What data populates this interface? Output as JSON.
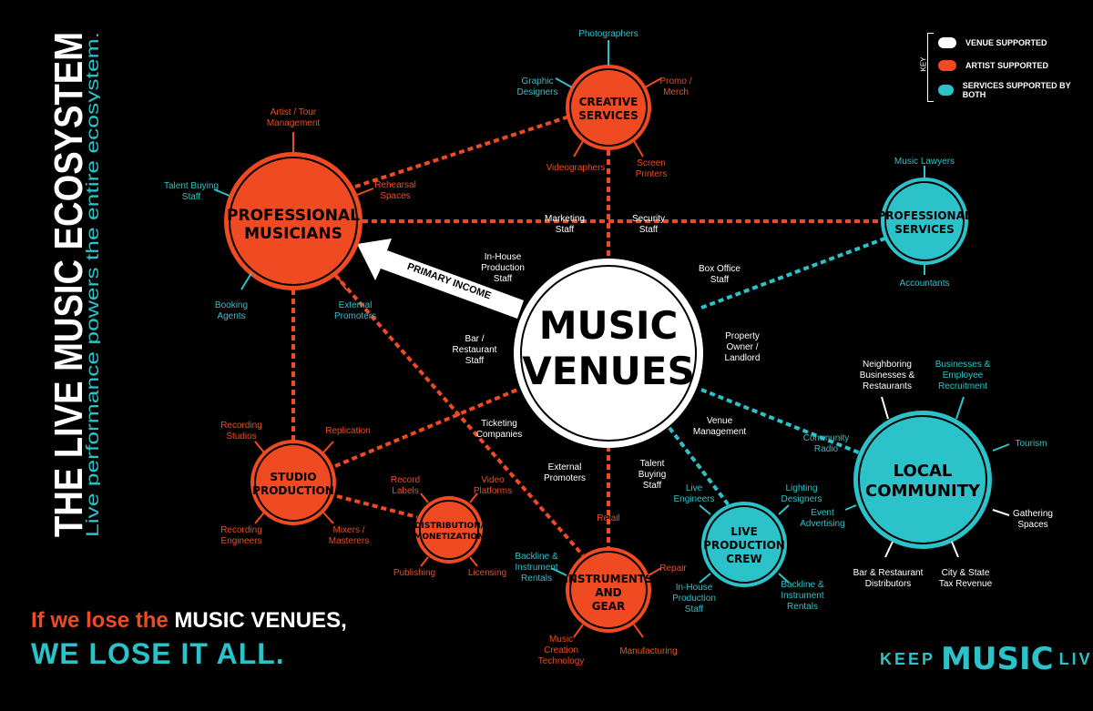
{
  "title": {
    "line1": "THE LIVE MUSIC ECOSYSTEM",
    "line2": "Live performance powers the entire ecosystem."
  },
  "legend": {
    "key_label": "KEY",
    "items": [
      {
        "label": "VENUE SUPPORTED",
        "color": "#ffffff"
      },
      {
        "label": "ARTIST SUPPORTED",
        "color": "#f04a22"
      },
      {
        "label": "SERVICES SUPPORTED BY BOTH",
        "color": "#2bc3c9"
      }
    ]
  },
  "colors": {
    "orange": "#f04a22",
    "teal": "#2bc3c9",
    "white": "#ffffff",
    "background": "#000000"
  },
  "nodes": {
    "music_venues": [
      "MUSIC",
      "VENUES"
    ],
    "professional_musicians": [
      "PROFESSIONAL",
      "MUSICIANS"
    ],
    "creative_services": [
      "CREATIVE",
      "SERVICES"
    ],
    "professional_services": [
      "PROFESSIONAL",
      "SERVICES"
    ],
    "studio_production": [
      "STUDIO",
      "PRODUCTION"
    ],
    "distribution": [
      "DISTRIBUTION/",
      "MONETIZATION"
    ],
    "instruments": [
      "INSTRUMENTS",
      "AND",
      "GEAR"
    ],
    "live_production_crew": [
      "LIVE",
      "PRODUCTION",
      "CREW"
    ],
    "local_community": [
      "LOCAL",
      "COMMUNITY"
    ]
  },
  "arrow_label": "PRIMARY INCOME",
  "labels": {
    "photographers": [
      "Photographers"
    ],
    "graphic_designers": [
      "Graphic",
      "Designers"
    ],
    "promo_merch": [
      "Promo /",
      "Merch"
    ],
    "videographers": [
      "Videographers"
    ],
    "screen_printers": [
      "Screen",
      "Printers"
    ],
    "artist_tour_mgmt": [
      "Artist / Tour",
      "Management"
    ],
    "talent_buying_staff_left": [
      "Talent Buying",
      "Staff"
    ],
    "rehearsal_spaces": [
      "Rehearsal",
      "Spaces"
    ],
    "booking_agents": [
      "Booking",
      "Agents"
    ],
    "external_promoters_left": [
      "External",
      "Promoters"
    ],
    "marketing_staff": [
      "Marketing",
      "Staff"
    ],
    "security_staff": [
      "Security",
      "Staff"
    ],
    "inhouse_production_staff": [
      "In-House",
      "Production",
      "Staff"
    ],
    "box_office_staff": [
      "Box Office",
      "Staff"
    ],
    "property_owner": [
      "Property",
      "Owner /",
      "Landlord"
    ],
    "bar_restaurant_staff": [
      "Bar /",
      "Restaurant",
      "Staff"
    ],
    "ticketing_companies": [
      "Ticketing",
      "Companies"
    ],
    "venue_management": [
      "Venue",
      "Management"
    ],
    "external_promoters_bottom": [
      "External",
      "Promoters"
    ],
    "talent_buying_staff_bottom": [
      "Talent",
      "Buying",
      "Staff"
    ],
    "music_lawyers": [
      "Music Lawyers"
    ],
    "accountants": [
      "Accountants"
    ],
    "recording_studios": [
      "Recording",
      "Studios"
    ],
    "replication": [
      "Replication"
    ],
    "recording_engineers": [
      "Recording",
      "Engineers"
    ],
    "mixers_masterers": [
      "Mixers /",
      "Masterers"
    ],
    "record_labels": [
      "Record",
      "Labels"
    ],
    "video_platforms": [
      "Video",
      "Platforms"
    ],
    "publishing": [
      "Publishing"
    ],
    "licensing": [
      "Licensing"
    ],
    "retail": [
      "Retail"
    ],
    "backline_rentals_left": [
      "Backline &",
      "Instrument",
      "Rentals"
    ],
    "repair": [
      "Repair"
    ],
    "music_creation_tech": [
      "Music",
      "Creation",
      "Technology"
    ],
    "manufacturing": [
      "Manufacturing"
    ],
    "live_engineers": [
      "Live",
      "Engineers"
    ],
    "lighting_designers": [
      "Lighting",
      "Designers"
    ],
    "inhouse_production_staff_crew": [
      "In-House",
      "Production",
      "Staff"
    ],
    "backline_rentals_right": [
      "Backline &",
      "Instrument",
      "Rentals"
    ],
    "neighboring_businesses": [
      "Neighboring",
      "Businesses &",
      "Restaurants"
    ],
    "businesses_employee": [
      "Businesses &",
      "Employee",
      "Recruitment"
    ],
    "community_radio": [
      "Community",
      "Radio"
    ],
    "tourism": [
      "Tourism"
    ],
    "event_advertising": [
      "Event",
      "Advertising"
    ],
    "gathering_spaces": [
      "Gathering",
      "Spaces"
    ],
    "bar_restaurant_distributors": [
      "Bar & Restaurant",
      "Distributors"
    ],
    "city_state_tax": [
      "City & State",
      "Tax Revenue"
    ]
  },
  "bottom": {
    "line1_a": "If we lose the ",
    "line1_b": "MUSIC VENUES,",
    "line2": "WE LOSE IT ALL."
  },
  "brand": {
    "keep": "KEEP",
    "music": "MUSIC",
    "live": "LIVE"
  }
}
